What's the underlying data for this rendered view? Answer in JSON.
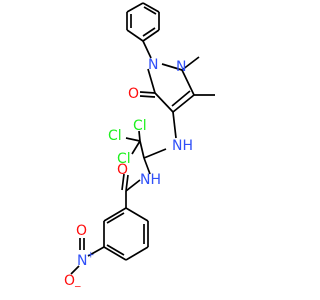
{
  "molecule": {
    "labels": {
      "n_pyr1": "N",
      "n_pyr2": "N",
      "o_ketone": "O",
      "nh_amine": "NH",
      "cl_1": "Cl",
      "cl_2": "Cl",
      "cl_3": "Cl",
      "nh_amide": "NH",
      "o_amide": "O",
      "n_nitro": "N",
      "n_nitro_charge": "+",
      "o_nitro_double": "O",
      "o_nitro_single": "O",
      "o_nitro_charge": "−"
    },
    "colors": {
      "carbon_bond": "#000000",
      "nitrogen": "#3050F8",
      "oxygen": "#FF0D0D",
      "chlorine": "#1FF01F"
    }
  }
}
